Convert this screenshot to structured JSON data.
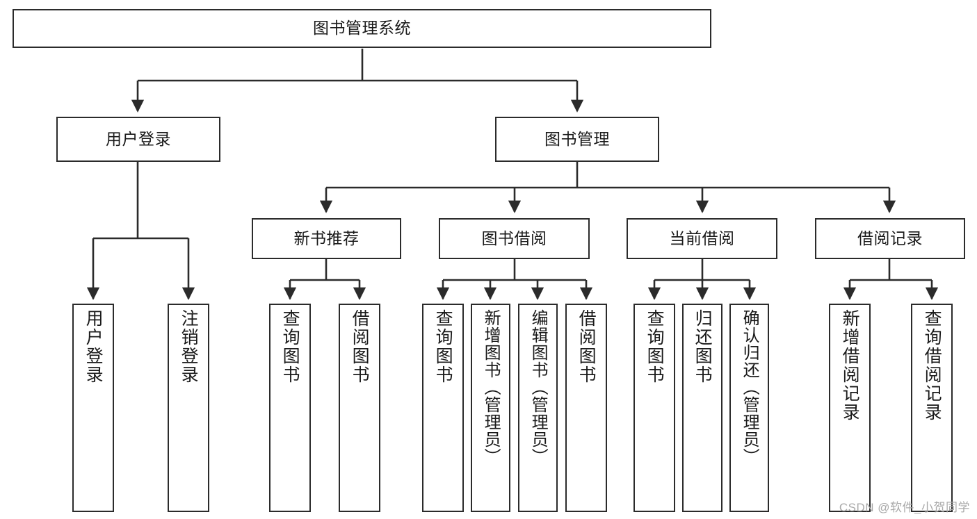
{
  "diagram": {
    "title": "图书管理系统",
    "type": "hierarchy-tree",
    "root": {
      "label": "图书管理系统"
    },
    "level2": [
      {
        "label": "用户登录"
      },
      {
        "label": "图书管理"
      }
    ],
    "level3": [
      {
        "label": "新书推荐"
      },
      {
        "label": "图书借阅"
      },
      {
        "label": "当前借阅"
      },
      {
        "label": "借阅记录"
      }
    ],
    "leaves": {
      "user_login": [
        {
          "label": "用户登录"
        },
        {
          "label": "注销登录"
        }
      ],
      "new_book_recommend": [
        {
          "label": "查询图书"
        },
        {
          "label": "借阅图书"
        }
      ],
      "book_borrow": [
        {
          "label": "查询图书"
        },
        {
          "label": "新增图书（管理员）"
        },
        {
          "label": "编辑图书（管理员）"
        },
        {
          "label": "借阅图书"
        }
      ],
      "current_borrow": [
        {
          "label": "查询图书"
        },
        {
          "label": "归还图书"
        },
        {
          "label": "确认归还（管理员）"
        }
      ],
      "borrow_record": [
        {
          "label": "新增借阅记录"
        },
        {
          "label": "查询借阅记录"
        }
      ]
    }
  },
  "watermark": {
    "text": "CSDN @软件_小贺同学"
  },
  "colors": {
    "stroke": "#2b2b2b",
    "background": "#ffffff",
    "text": "#1a1a1a",
    "watermark": "#a9a9a9"
  }
}
